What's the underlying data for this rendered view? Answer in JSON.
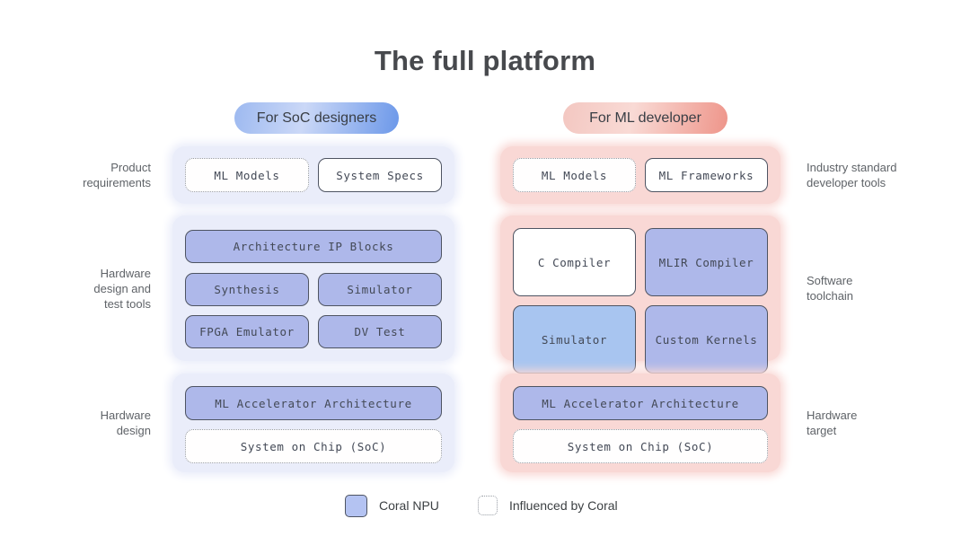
{
  "title": "The full platform",
  "columns": {
    "soc": {
      "header": "For SoC designers",
      "sections": {
        "requirements": {
          "label": "Product\nrequirements",
          "boxes": {
            "ml_models": "ML Models",
            "system_specs": "System Specs"
          }
        },
        "tools": {
          "label": "Hardware\ndesign and\ntest tools",
          "boxes": {
            "arch_ip_blocks": "Architecture IP Blocks",
            "synthesis": "Synthesis",
            "simulator": "Simulator",
            "fpga_emulator": "FPGA Emulator",
            "dv_test": "DV Test"
          }
        },
        "design": {
          "label": "Hardware\ndesign",
          "boxes": {
            "ml_accelerator": "ML Accelerator Architecture",
            "system_on_chip": "System on Chip (SoC)"
          }
        }
      }
    },
    "ml": {
      "header": "For ML developer",
      "sections": {
        "dev_tools": {
          "label": "Industry standard\ndeveloper tools",
          "boxes": {
            "ml_models": "ML Models",
            "ml_frameworks": "ML Frameworks"
          }
        },
        "toolchain": {
          "label": "Software\ntoolchain",
          "boxes": {
            "c_compiler": "C Compiler",
            "mlir_compiler": "MLIR Compiler",
            "simulator": "Simulator",
            "custom_kernels": "Custom Kernels"
          }
        },
        "target": {
          "label": "Hardware\ntarget",
          "boxes": {
            "ml_accelerator": "ML Accelerator Architecture",
            "system_on_chip": "System on Chip (SoC)"
          }
        }
      }
    }
  },
  "legend": {
    "coral_npu": "Coral NPU",
    "influenced_by_coral": "Influenced by Coral"
  },
  "colors": {
    "coral_npu_fill": "#AEB8EA",
    "simulator_light_fill": "#A8C5F0",
    "box_border": "#4E5462",
    "dotted_border": "#969BA3",
    "soc_section_bg": "#EAEDFA",
    "ml_section_bg": "#F9D8D5",
    "soc_pill_start": "#9DB9F0",
    "soc_pill_end": "#6C98E9",
    "ml_pill_start": "#F3C7C1",
    "ml_pill_end": "#EE958A",
    "title_text": "#47494D",
    "label_text": "#5F6368"
  }
}
